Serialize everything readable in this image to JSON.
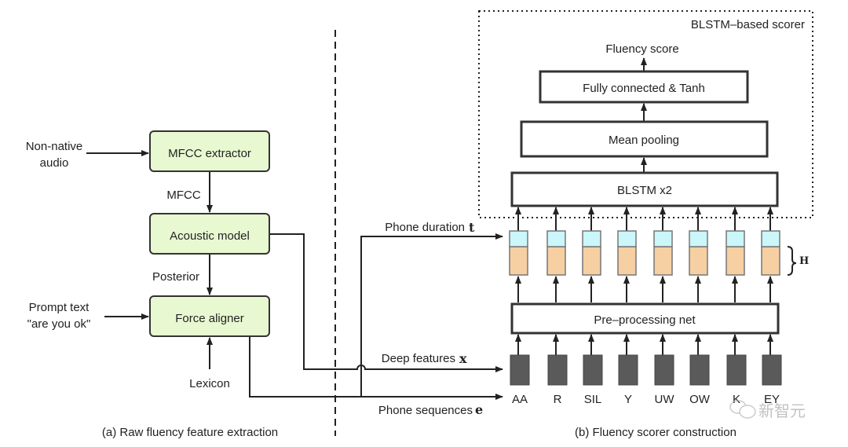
{
  "left": {
    "inputs": {
      "audio": [
        "Non-native",
        "audio"
      ],
      "prompt": [
        "Prompt text",
        "\"are you ok\""
      ],
      "lexicon": "Lexicon"
    },
    "boxes": {
      "mfcc": "MFCC extractor",
      "acoustic": "Acoustic model",
      "aligner": "Force aligner"
    },
    "edge_labels": {
      "mfcc": "MFCC",
      "posterior": "Posterior"
    },
    "caption": "(a) Raw fluency feature extraction"
  },
  "links": {
    "duration": "Phone duration",
    "duration_sym": "t",
    "deep": "Deep features",
    "deep_sym": "x",
    "sequences": "Phone sequences",
    "sequences_sym": "e"
  },
  "right": {
    "scorer_label": "BLSTM–based scorer",
    "output": "Fluency score",
    "fc": "Fully connected & Tanh",
    "pool": "Mean pooling",
    "blstm": "BLSTM x2",
    "pre": "Pre–processing net",
    "h_label": "H",
    "phones": [
      "AA",
      "R",
      "SIL",
      "Y",
      "UW",
      "OW",
      "K",
      "EY"
    ],
    "caption": "(b) Fluency scorer construction"
  },
  "watermark": "新智元",
  "colors": {
    "green": "#e8f9d2",
    "cyan": "#cbf6fa",
    "peach": "#f6cfa3",
    "dark": "#5a5a5a"
  }
}
